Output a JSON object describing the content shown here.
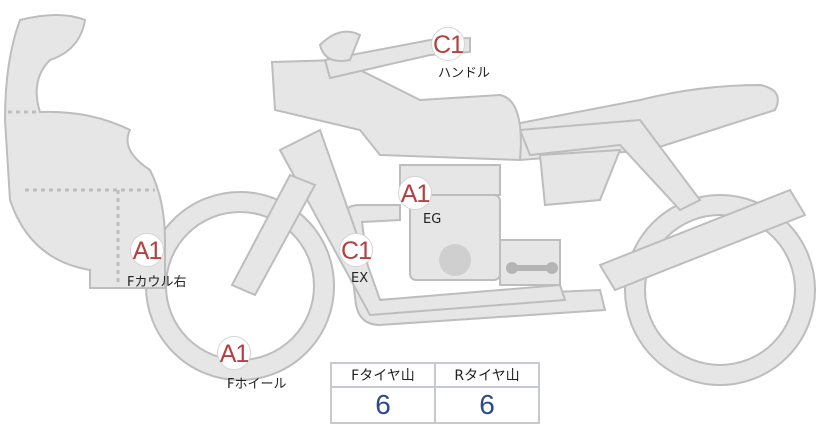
{
  "badges": [
    {
      "grade": "C1",
      "label": "ハンドル"
    },
    {
      "grade": "A1",
      "label": "EG"
    },
    {
      "grade": "A1",
      "label": "Fカウル右"
    },
    {
      "grade": "C1",
      "label": "EX"
    },
    {
      "grade": "A1",
      "label": "Fホイール"
    }
  ],
  "tire_table": {
    "headers": [
      "Fタイヤ山",
      "Rタイヤ山"
    ],
    "values": [
      "6",
      "6"
    ]
  },
  "colors": {
    "part_fill": "#e6e6e6",
    "part_stroke": "#bdbdbd",
    "grade_text": "#b5403f",
    "value_text": "#2d4a8a"
  }
}
